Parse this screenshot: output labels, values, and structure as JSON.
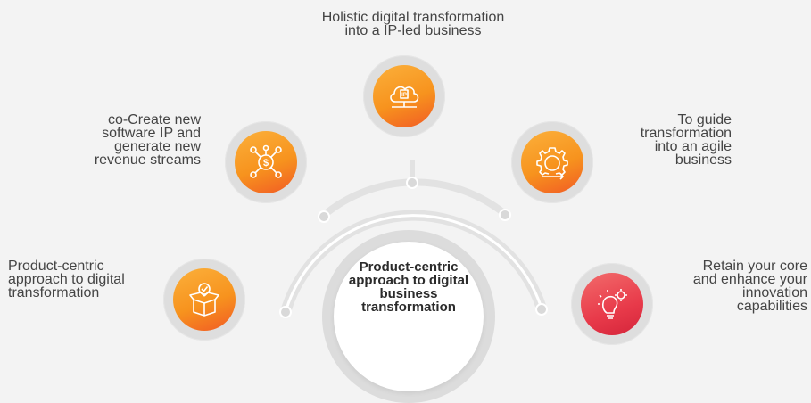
{
  "center": {
    "text": "Product-centric\napproach to digital\nbusiness\ntransformation"
  },
  "items": [
    {
      "label": "Product-centric\napproach to digital\ntransformation",
      "icon": "open-box-check-icon",
      "color": "#f7931e"
    },
    {
      "label": "co-Create new\nsoftware IP and\ngenerate new\nrevenue streams",
      "icon": "dollar-network-icon",
      "color": "#f7931e"
    },
    {
      "label": "Holistic digital transformation\ninto a IP-led business",
      "icon": "cloud-ip-icon",
      "color": "#f7931e"
    },
    {
      "label": "To guide\ntransformation\ninto an agile\nbusiness",
      "icon": "agile-gear-cycle-icon",
      "color": "#f7931e"
    },
    {
      "label": "Retain your core\nand enhance your\ninnovation\ncapabilities",
      "icon": "bulb-gear-icon",
      "color": "#e83a4a"
    }
  ]
}
